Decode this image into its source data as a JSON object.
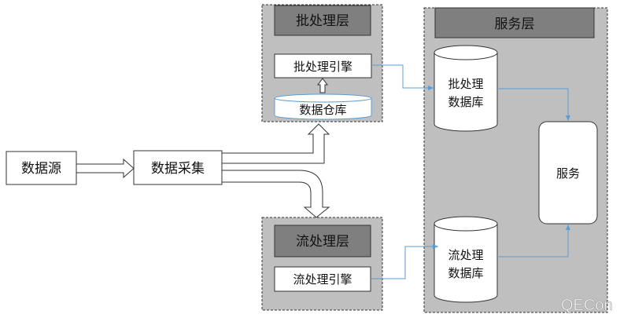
{
  "nodes": {
    "source": "数据源",
    "collection": "数据采集",
    "batch_layer": {
      "title": "批处理层",
      "engine": "批处理引擎",
      "warehouse": "数据仓库"
    },
    "stream_layer": {
      "title": "流处理层",
      "engine": "流处理引擎"
    },
    "service_layer": {
      "title": "服务层",
      "batch_db": [
        "批处理",
        "数据库"
      ],
      "stream_db": [
        "流处理",
        "数据库"
      ],
      "service": "服务"
    }
  },
  "watermark": "QECon",
  "colors": {
    "layer_bg": "#bfbfbf",
    "header_bg": "#7f7f7f",
    "connector": "#5b9bd5"
  }
}
